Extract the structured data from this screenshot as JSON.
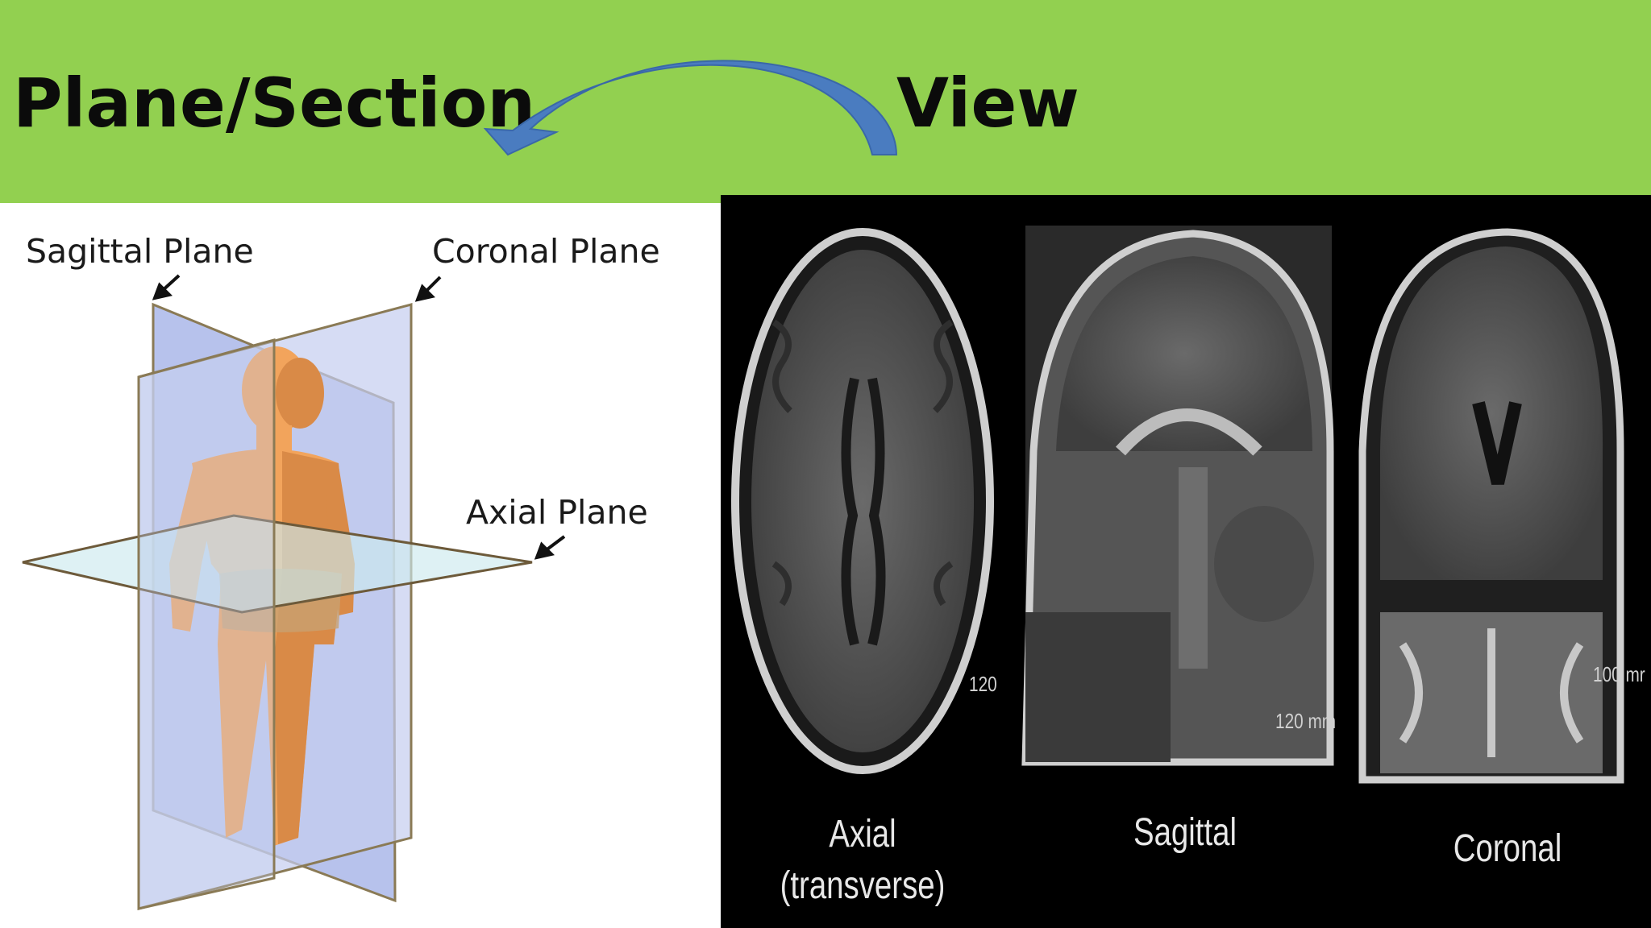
{
  "header": {
    "left_title": "Plane/Section",
    "right_title": "View",
    "banner_color": "#92d050",
    "arrow_color": "#4a7cc0",
    "arrow_icon": "curved-arrow-left"
  },
  "figure": {
    "labels": {
      "sagittal": "Sagittal Plane",
      "coronal": "Coronal Plane",
      "axial": "Axial Plane"
    },
    "plane_color": "#b9c4ea",
    "body_color": "#f2a45c"
  },
  "scans": {
    "axial": {
      "label_line1": "Axial",
      "label_line2": "(transverse)",
      "scale": "120"
    },
    "sagittal": {
      "label": "Sagittal",
      "scale": "120 mm"
    },
    "coronal": {
      "label": "Coronal",
      "scale": "100 mr"
    }
  }
}
